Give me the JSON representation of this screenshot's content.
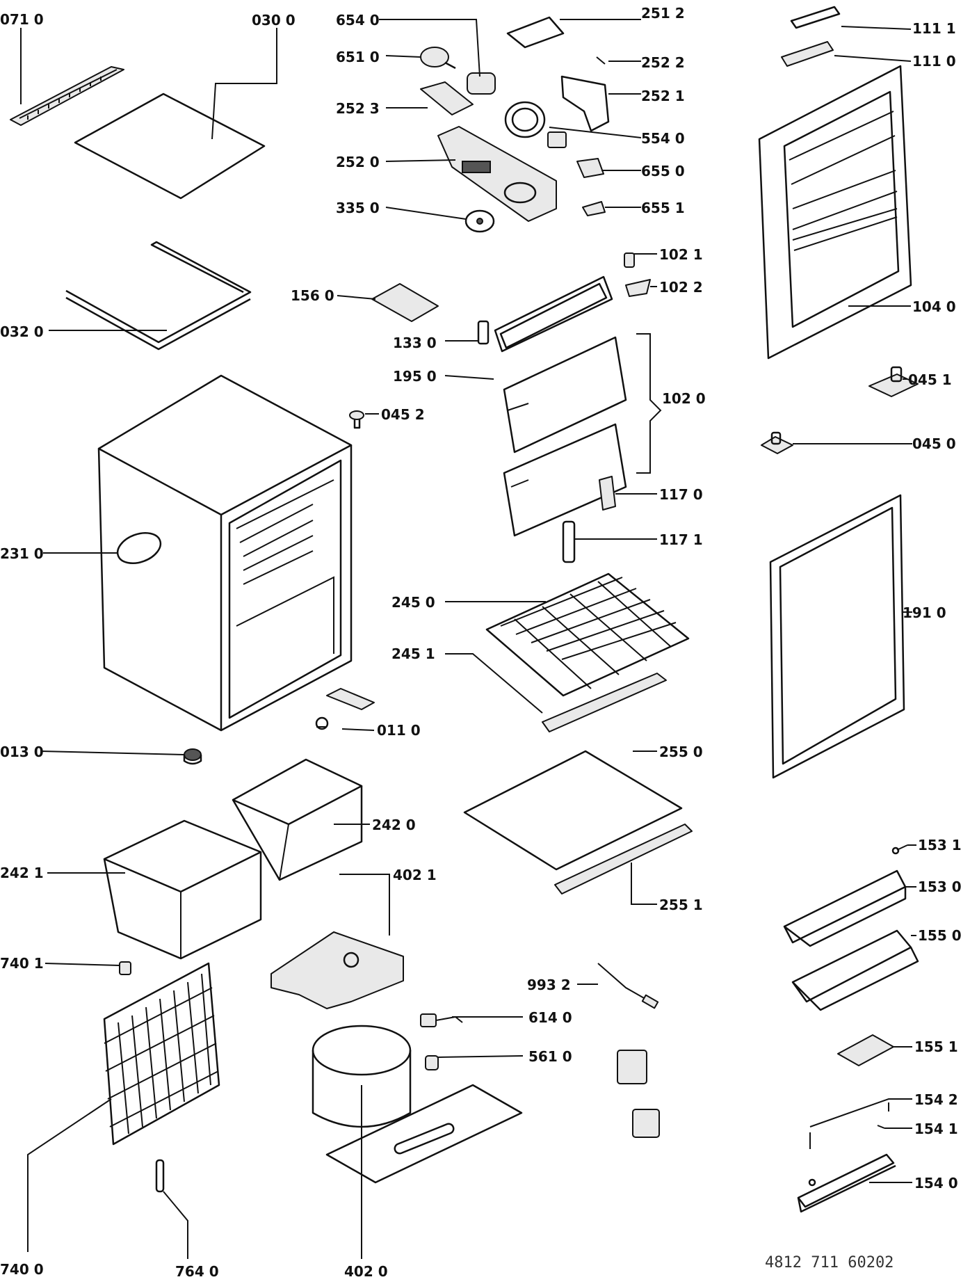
{
  "labels": {
    "p0710": "071 0",
    "p0300": "030 0",
    "p6540": "654 0",
    "p2512": "251 2",
    "p1111": "111 1",
    "p6510": "651 0",
    "p2522": "252 2",
    "p1110": "111 0",
    "p2523": "252 3",
    "p2521": "252 1",
    "p5540": "554 0",
    "p2520": "252 0",
    "p6550": "655 0",
    "p3350": "335 0",
    "p6551": "655 1",
    "p1021": "102 1",
    "p0320": "032 0",
    "p1560": "156 0",
    "p1022": "102 2",
    "p1040": "104 0",
    "p1330": "133  0",
    "p1950": "195 0",
    "p0451": "045 1",
    "p1020": "102 0",
    "p0452": "045 2",
    "p0450": "045 0",
    "p1170": "117 0",
    "p2310": "231 0",
    "p1171": "117 1",
    "p2450": "245 0",
    "p1910": "191 0",
    "p2451": "245 1",
    "p0110": "011 0",
    "p0130": "013 0",
    "p2550": "255 0",
    "p2420": "242 0",
    "p2421": "242 1",
    "p1531": "153 1",
    "p4021": "402 1",
    "p2551": "255 1",
    "p1530": "153 0",
    "p1550": "155 0",
    "p7401": "740 1",
    "p9932": "993 2",
    "p6140": "614 0",
    "p5610": "561 0",
    "p1551": "155 1",
    "p1542": "154 2",
    "p1541": "154 1",
    "p1540": "154 0",
    "p7400": "740 0",
    "p7640": "764 0",
    "p4020": "402 0"
  },
  "drawing_number": "4812  711  60202"
}
